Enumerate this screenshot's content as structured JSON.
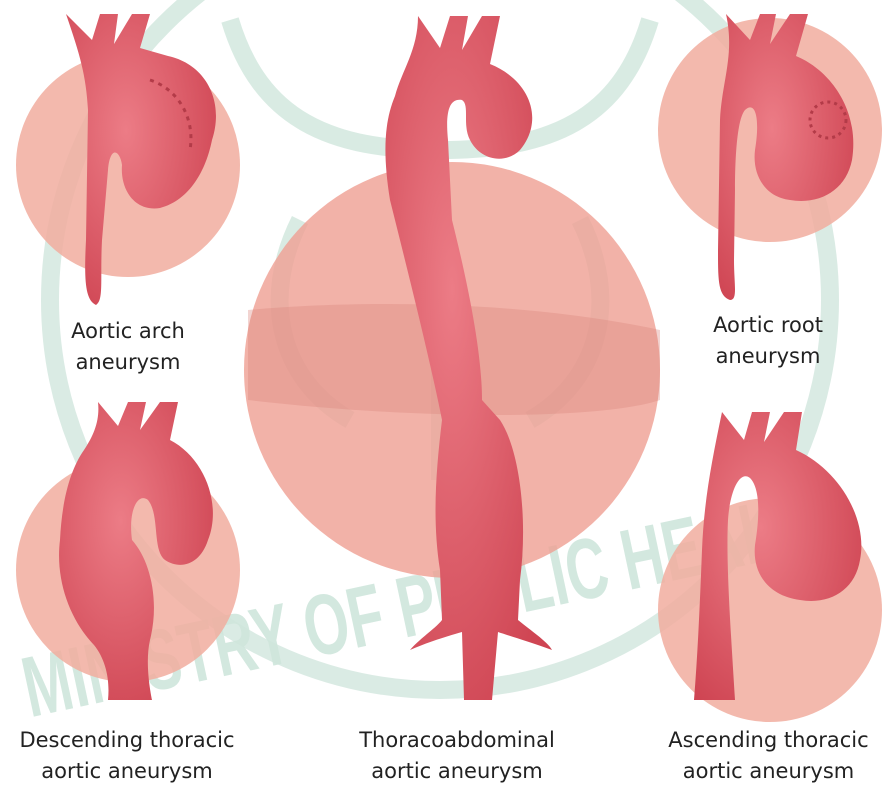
{
  "watermark": {
    "text": "MINISTRY OF PUBLIC HEALTH",
    "color": "#cfe6dc"
  },
  "colors": {
    "background": "#ffffff",
    "circle_fill": "#f0a89a",
    "circle_fill_deep": "#d98a80",
    "aorta": "#d9525e",
    "aorta_dark": "#b33b48",
    "aorta_highlight": "#ea7b83",
    "label_text": "#222222"
  },
  "panels": [
    {
      "id": "aortic-arch",
      "line1": "Aortic arch",
      "line2": "aneurysm"
    },
    {
      "id": "aortic-root",
      "line1": "Aortic root",
      "line2": "aneurysm"
    },
    {
      "id": "thoracoabdominal",
      "line1": "Thoracoabdominal",
      "line2": "aortic aneurysm"
    },
    {
      "id": "descending-thoracic",
      "line1": "Descending thoracic",
      "line2": "aortic aneurysm"
    },
    {
      "id": "ascending-thoracic",
      "line1": "Ascending thoracic",
      "line2": "aortic aneurysm"
    }
  ]
}
